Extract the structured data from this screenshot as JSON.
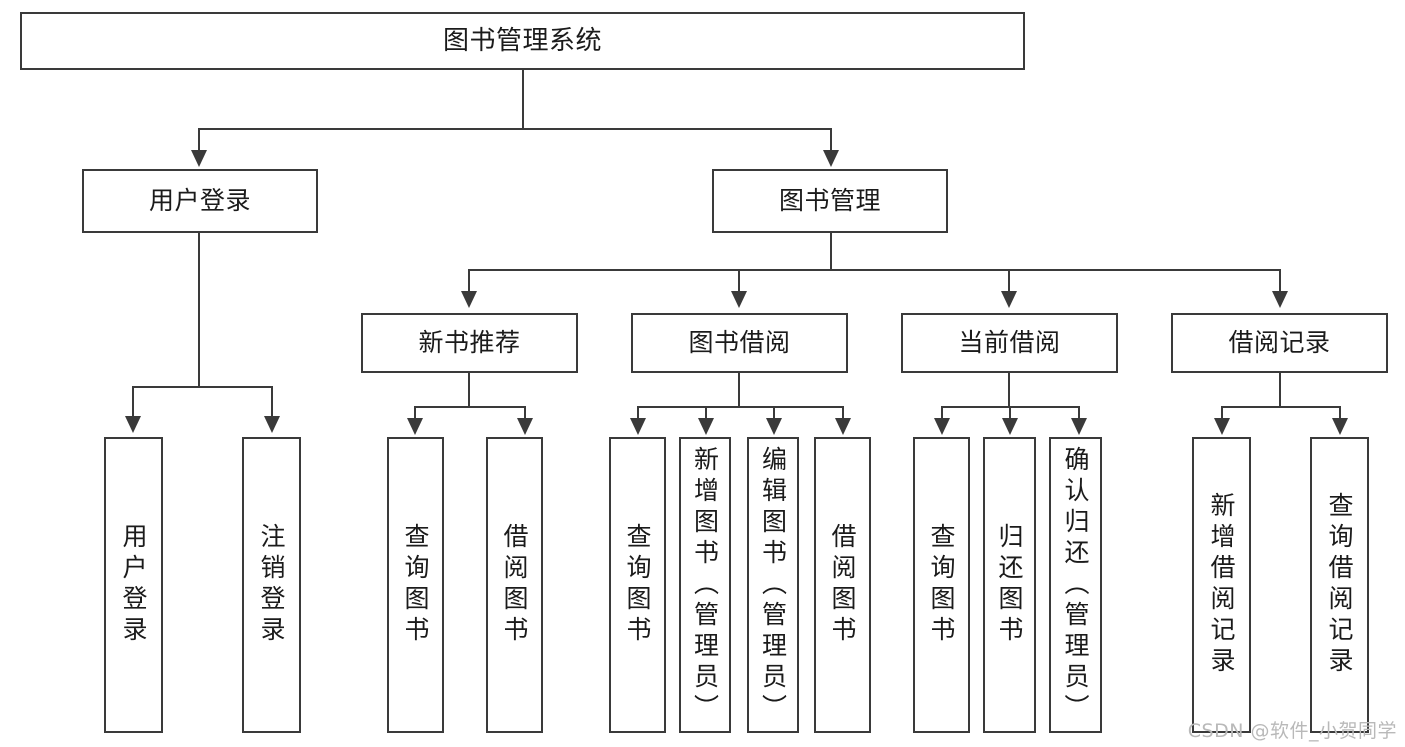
{
  "diagram": {
    "kind": "functional-structure-tree",
    "watermark": "CSDN @软件_小贺同学",
    "colors": {
      "background": "#ffffff",
      "node_border": "#3a3a3a",
      "node_fill": "#ffffff",
      "text": "#1b1b1b",
      "connector": "#3a3a3a",
      "watermark": "#b9b9b9"
    },
    "root": {
      "label": "图书管理系统"
    },
    "level2": [
      {
        "label": "用户登录"
      },
      {
        "label": "图书管理"
      }
    ],
    "level3": [
      {
        "label": "新书推荐"
      },
      {
        "label": "图书借阅"
      },
      {
        "label": "当前借阅"
      },
      {
        "label": "借阅记录"
      }
    ],
    "leaves": {
      "user_login": [
        {
          "label": "用户登录"
        },
        {
          "label": "注销登录"
        }
      ],
      "new_book_recommend": [
        {
          "label": "查询图书"
        },
        {
          "label": "借阅图书"
        }
      ],
      "book_borrow": [
        {
          "label": "查询图书"
        },
        {
          "label": "新增图书（管理员）"
        },
        {
          "label": "编辑图书（管理员）"
        },
        {
          "label": "借阅图书"
        }
      ],
      "current_borrow": [
        {
          "label": "查询图书"
        },
        {
          "label": "归还图书"
        },
        {
          "label": "确认归还（管理员）"
        }
      ],
      "borrow_record": [
        {
          "label": "新增借阅记录"
        },
        {
          "label": "查询借阅记录"
        }
      ]
    }
  }
}
